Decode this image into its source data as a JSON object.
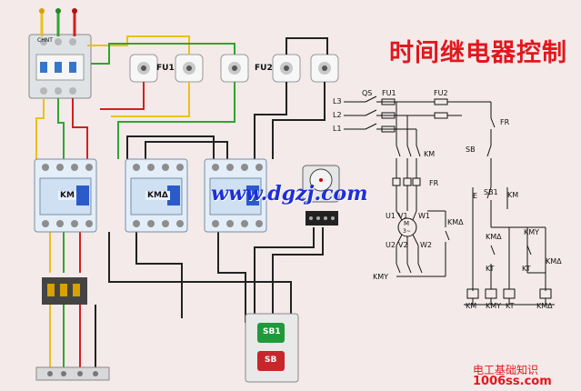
{
  "title": "时间继电器控制",
  "watermark": "www.dgzj.com",
  "site": {
    "cn": "电工基础知识",
    "en": "1006ss.com"
  },
  "photo": {
    "fu1": "FU1",
    "fu2": "FU2",
    "km": "KM",
    "kma": "KMΔ",
    "sb1": "SB1",
    "sb": "SB",
    "breaker_brand": "CHNT"
  },
  "schematic": {
    "qs": "QS",
    "fu1": "FU1",
    "fu2": "FU2",
    "l3": "L3",
    "l2": "L2",
    "l1": "L1",
    "km_main": "KM",
    "fr_main": "FR",
    "u1": "U1",
    "v1": "V1",
    "w1": "W1",
    "u2": "U2",
    "v2": "V2",
    "w2": "W2",
    "motor": "M",
    "motor_phase": "3~",
    "kma_main": "KMΔ",
    "kmy_main": "KMY",
    "fr_ctrl": "FR",
    "sb_ctrl": "SB",
    "e1": "E",
    "sb1_ctrl": "SB1",
    "km_hold": "KM",
    "kma_nc": "KMΔ",
    "kmy_nc": "KMY",
    "kt1": "KT",
    "kt2": "KT",
    "kma_hold": "KMΔ",
    "coils": [
      "KM",
      "KMY",
      "KT",
      "KMΔ"
    ]
  }
}
